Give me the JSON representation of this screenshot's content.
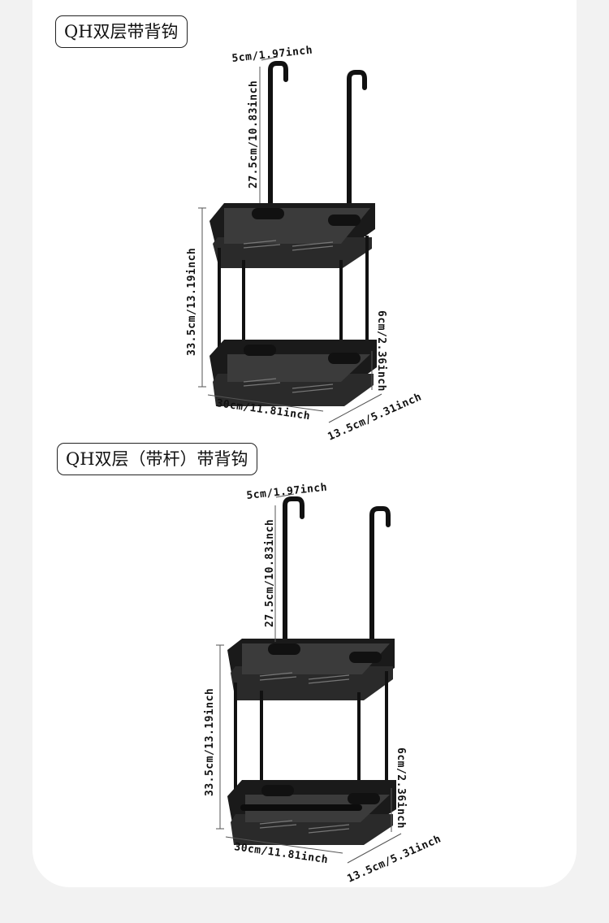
{
  "products": [
    {
      "name": "QH双层带背钩",
      "dims": {
        "hook_depth": "5cm/1.97inch",
        "hook_height": "27.5cm/10.83inch",
        "total_height": "33.5cm/13.19inch",
        "rail_height": "6cm/2.36inch",
        "width": "30cm/11.81inch",
        "depth": "13.5cm/5.31inch"
      }
    },
    {
      "name": "QH双层（带杆）带背钩",
      "dims": {
        "hook_depth": "5cm/1.97inch",
        "hook_height": "27.5cm/10.83inch",
        "total_height": "33.5cm/13.19inch",
        "rail_height": "6cm/2.36inch",
        "width": "30cm/11.81inch",
        "depth": "13.5cm/5.31inch"
      }
    }
  ]
}
